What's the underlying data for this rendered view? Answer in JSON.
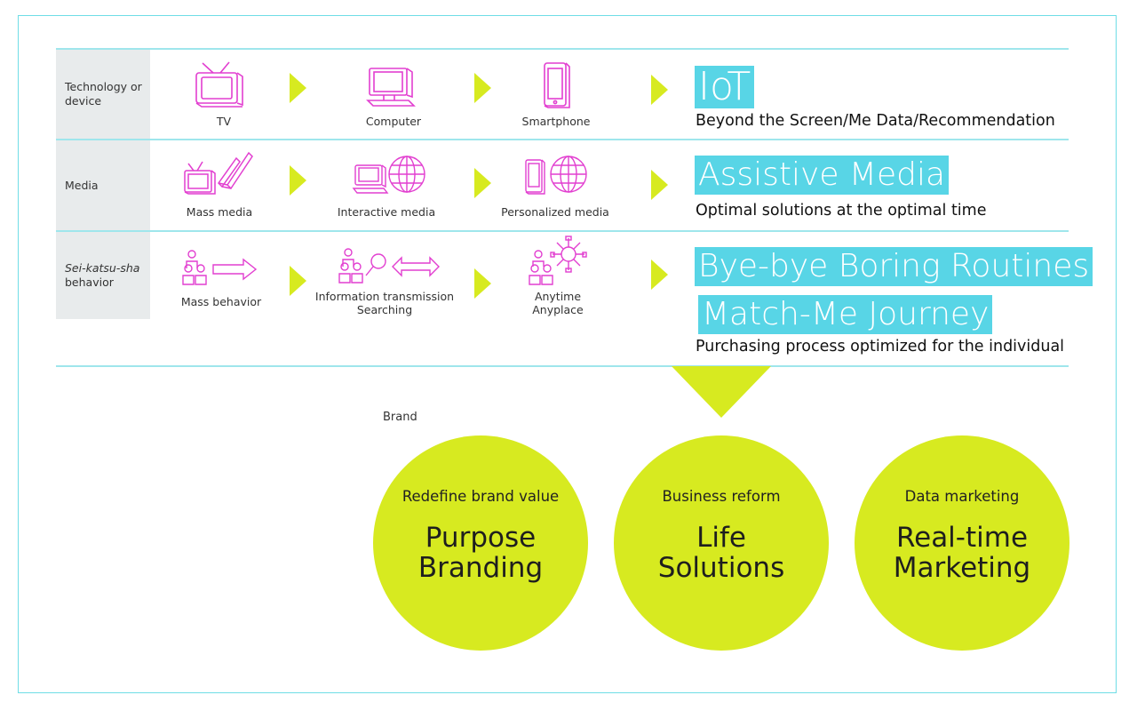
{
  "rows": [
    {
      "label": "Technology or device",
      "label_italic": false,
      "stages": [
        {
          "caption": "TV",
          "icon": "tv-icon"
        },
        {
          "caption": "Computer",
          "icon": "computer-icon"
        },
        {
          "caption": "Smartphone",
          "icon": "smartphone-icon"
        }
      ],
      "highlights": [
        "IoT"
      ],
      "subtitle": "Beyond the Screen/Me Data/Recommendation"
    },
    {
      "label": "Media",
      "label_italic": false,
      "stages": [
        {
          "caption": "Mass media",
          "icon": "tv-broadcast-icon"
        },
        {
          "caption": "Interactive media",
          "icon": "computer-globe-icon"
        },
        {
          "caption": "Personalized media",
          "icon": "phone-globe-icon"
        }
      ],
      "highlights": [
        "Assistive Media"
      ],
      "subtitle": "Optimal solutions  at the optimal time"
    },
    {
      "label_line1": "Sei-katsu-sha",
      "label_line2": "behavior",
      "stages": [
        {
          "caption": "Mass behavior",
          "icon": "people-arrow-icon"
        },
        {
          "caption_line1": "Information  transmission",
          "caption_line2": "Searching",
          "icon": "people-search-icon"
        },
        {
          "caption_line1": "Anytime",
          "caption_line2": "Anyplace",
          "icon": "people-network-icon"
        }
      ],
      "highlights": [
        "Bye-bye Boring Routines",
        "Match-Me Journey"
      ],
      "subtitle": "Purchasing process optimized  for the individual"
    }
  ],
  "brand_label": "Brand",
  "circles": [
    {
      "title": "Redefine brand value",
      "main_line1": "Purpose",
      "main_line2": "Branding"
    },
    {
      "title": "Business reform",
      "main_line1": "Life",
      "main_line2": "Solutions"
    },
    {
      "title": "Data marketing",
      "main_line1": "Real-time",
      "main_line2": "Marketing"
    }
  ],
  "colors": {
    "accent_cyan": "#58d5e6",
    "accent_lime": "#d7ea20",
    "icon_magenta": "#e23fd0",
    "label_bg": "#e8ebec"
  }
}
